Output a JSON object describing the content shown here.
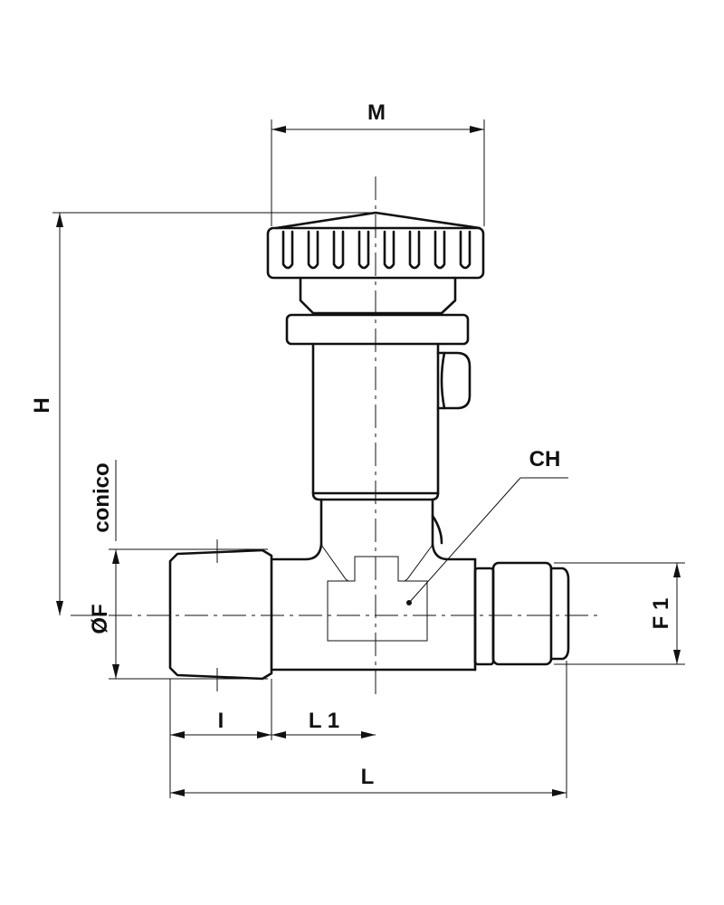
{
  "labels": {
    "M": "M",
    "H": "H",
    "conico": "conico",
    "CH": "CH",
    "OF": "ØF",
    "F1": "F 1",
    "I": "I",
    "L1": "L 1",
    "L": "L"
  },
  "colors": {
    "line": "#111111",
    "background": "#ffffff"
  }
}
